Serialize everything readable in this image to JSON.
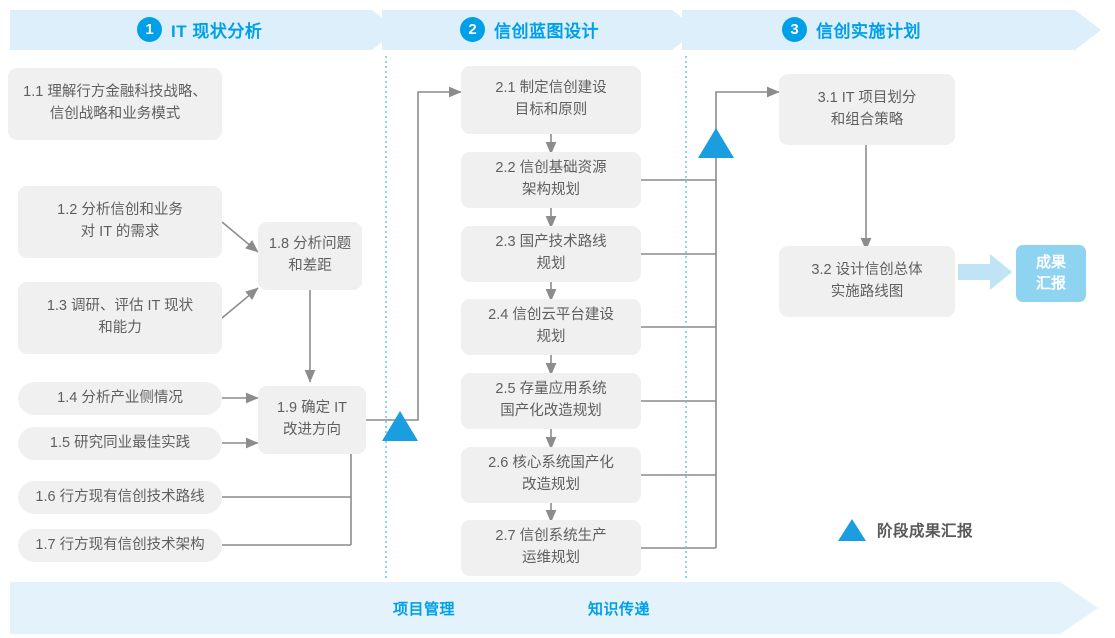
{
  "colors": {
    "banner": "#ddeffa",
    "accent": "#00a0e9",
    "box_bg": "#f0f0f0",
    "box_text": "#5f5f5f",
    "connector": "#8c8c8c",
    "milestone": "#1b9ee0",
    "badge_bg": "#8ed3f0",
    "badge_arrow": "#bfe4f6",
    "divider": "#5bc2e7"
  },
  "phases": [
    {
      "num": "1",
      "title": "IT 现状分析"
    },
    {
      "num": "2",
      "title": "信创蓝图设计"
    },
    {
      "num": "3",
      "title": "信创实施计划"
    }
  ],
  "boxes": {
    "b11": "1.1 理解行方金融科技战略、\n信创战略和业务模式",
    "b12": "1.2 分析信创和业务\n对 IT 的需求",
    "b13": "1.3 调研、评估 IT 现状\n和能力",
    "b14": "1.4 分析产业侧情况",
    "b15": "1.5 研究同业最佳实践",
    "b16": "1.6 行方现有信创技术路线",
    "b17": "1.7 行方现有信创技术架构",
    "b18": "1.8 分析问题\n和差距",
    "b19": "1.9 确定 IT\n改进方向",
    "b21": "2.1 制定信创建设\n目标和原则",
    "b22": "2.2 信创基础资源\n架构规划",
    "b23": "2.3 国产技术路线\n规划",
    "b24": "2.4 信创云平台建设\n规划",
    "b25": "2.5 存量应用系统\n国产化改造规划",
    "b26": "2.6 核心系统国产化\n改造规划",
    "b27": "2.7 信创系统生产\n运维规划",
    "b31": "3.1 IT 项目划分\n和组合策略",
    "b32": "3.2 设计信创总体\n实施路线图"
  },
  "result_badge": {
    "label": "成果\n汇报"
  },
  "legend": {
    "label": "阶段成果汇报",
    "icon": "triangle-icon"
  },
  "bottom_bar": {
    "labels": [
      "项目管理",
      "知识传递"
    ]
  }
}
